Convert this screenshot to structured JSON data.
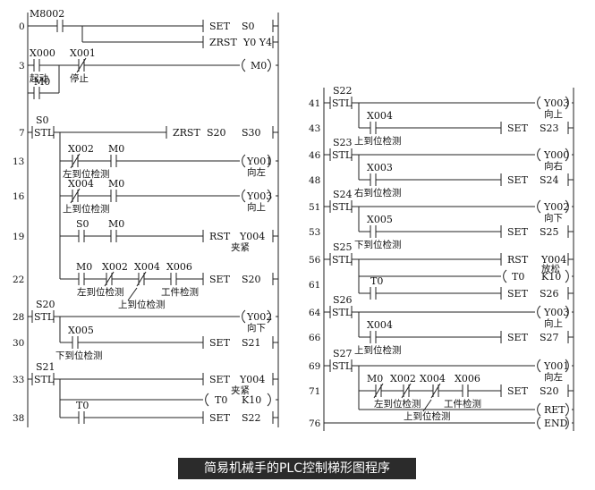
{
  "caption": "简易机械手的PLC控制梯形图程序",
  "left_program": {
    "line_numbers": [
      "0",
      "3",
      "7",
      "13",
      "16",
      "19",
      "22",
      "28",
      "30",
      "33",
      "38"
    ],
    "contacts": [
      "M8002",
      "X000",
      "X001",
      "M0",
      "S0",
      "X002",
      "M0",
      "X004",
      "M0",
      "S0",
      "M0",
      "M0",
      "X002",
      "X004",
      "X006",
      "S20",
      "X005",
      "S21",
      "T0"
    ],
    "comments": [
      "起动",
      "停止",
      "左到位检测",
      "上到位检测",
      "左到位检测",
      "上到位检测",
      "工件检测",
      "下到位检测"
    ],
    "stl_label": "STL",
    "outputs": [
      {
        "cmd": "SET",
        "operand": "S0"
      },
      {
        "cmd": "ZRST",
        "operand": "Y0  Y4"
      },
      {
        "cmd": "",
        "operand": "M0"
      },
      {
        "cmd": "ZRST",
        "operand": "S20     S30"
      },
      {
        "cmd": "",
        "operand": "Y001",
        "note": "向左"
      },
      {
        "cmd": "",
        "operand": "Y003",
        "note": "向上"
      },
      {
        "cmd": "RST",
        "operand": "Y004",
        "note": "夹紧"
      },
      {
        "cmd": "SET",
        "operand": "S20"
      },
      {
        "cmd": "",
        "operand": "Y002",
        "note": "向下"
      },
      {
        "cmd": "SET",
        "operand": "S21"
      },
      {
        "cmd": "SET",
        "operand": "Y004",
        "note": "夹紧"
      },
      {
        "cmd": "T0",
        "operand": "K10"
      },
      {
        "cmd": "SET",
        "operand": "S22"
      }
    ]
  },
  "right_program": {
    "line_numbers": [
      "41",
      "43",
      "46",
      "48",
      "51",
      "53",
      "56",
      "61",
      "64",
      "66",
      "69",
      "71",
      "76"
    ],
    "contacts": [
      "S22",
      "X004",
      "S23",
      "X003",
      "S24",
      "X005",
      "S25",
      "T0",
      "S26",
      "X004",
      "S27",
      "M0",
      "X002",
      "X004",
      "X006"
    ],
    "comments": [
      "上到位检测",
      "右到位检测",
      "下到位检测",
      "上到位检测",
      "左到位检测",
      "上到位检测",
      "工件检测"
    ],
    "stl_label": "STL",
    "outputs": [
      {
        "cmd": "",
        "operand": "Y003",
        "note": "向上"
      },
      {
        "cmd": "SET",
        "operand": "S23"
      },
      {
        "cmd": "",
        "operand": "Y000",
        "note": "向右"
      },
      {
        "cmd": "SET",
        "operand": "S24"
      },
      {
        "cmd": "",
        "operand": "Y002",
        "note": "向下"
      },
      {
        "cmd": "SET",
        "operand": "S25"
      },
      {
        "cmd": "RST",
        "operand": "Y004",
        "note": "放松"
      },
      {
        "cmd": "T0",
        "operand": "K10"
      },
      {
        "cmd": "SET",
        "operand": "S26"
      },
      {
        "cmd": "",
        "operand": "Y003",
        "note": "向上"
      },
      {
        "cmd": "SET",
        "operand": "S27"
      },
      {
        "cmd": "",
        "operand": "Y001",
        "note": "向左"
      },
      {
        "cmd": "SET",
        "operand": "S20"
      },
      {
        "cmd": "RET",
        "operand": ""
      },
      {
        "cmd": "END",
        "operand": ""
      }
    ]
  }
}
